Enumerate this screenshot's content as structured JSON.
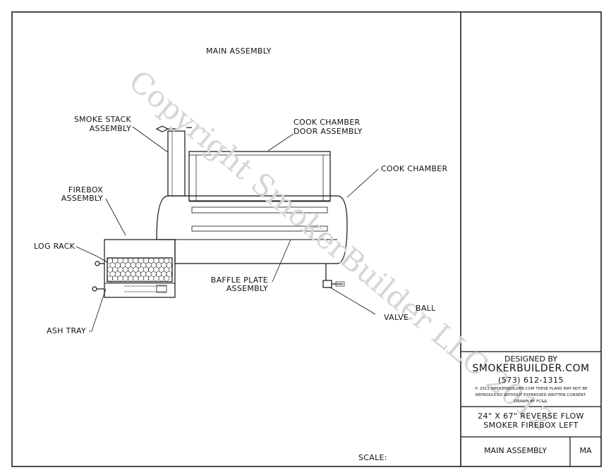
{
  "drawing": {
    "title": "MAIN ASSEMBLY",
    "watermark": "Copyright SmokerBuilder LLC 2012",
    "scale_label": "SCALE:"
  },
  "callouts": {
    "smoke_stack": [
      "SMOKE STACK",
      "ASSEMBLY"
    ],
    "door": [
      "COOK CHAMBER",
      "DOOR ASSEMBLY"
    ],
    "cook_chamber": "COOK CHAMBER",
    "firebox": [
      "FIREBOX",
      "ASSEMBLY"
    ],
    "log_rack": "LOG RACK",
    "baffle": [
      "BAFFLE PLATE",
      "ASSEMBLY"
    ],
    "ball": "BALL",
    "valve": "VALVE",
    "ash_tray": "ASH TRAY"
  },
  "title_block": {
    "designed_by": "DESIGNED BY",
    "company": "SMOKERBUILDER.COM",
    "phone": "(573) 612-1315",
    "copyright_1": "© 2011 SMOKERBUILDER.COM THESE PLANS MAY NOT BE",
    "copyright_2": "REPRODUCED WITHOUT EXPRESSED WRITTEN CONSENT.",
    "drawn_by": "DRAWN BY FC&JL",
    "project_1": "24\" X 67\" REVERSE FLOW",
    "project_2": "SMOKER FIREBOX LEFT",
    "sheet_name": "MAIN ASSEMBLY",
    "sheet_code": "MA"
  }
}
